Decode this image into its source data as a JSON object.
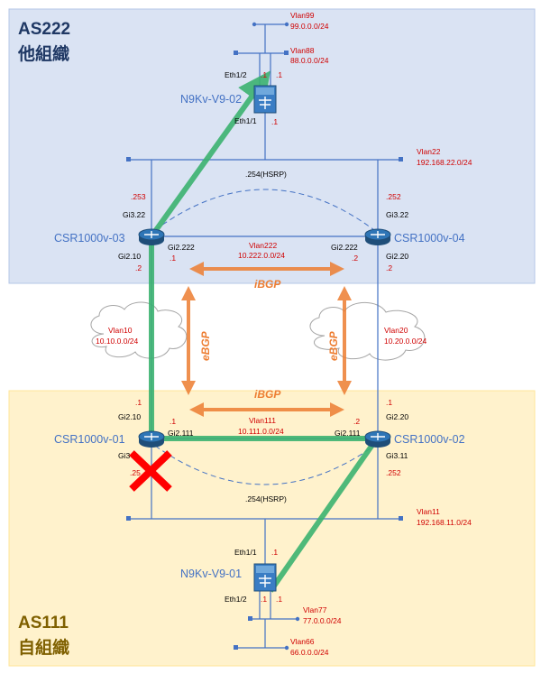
{
  "zones": {
    "as222": {
      "title": "AS222",
      "subtitle": "他組織",
      "fill": "#dae3f3"
    },
    "as111": {
      "title": "AS111",
      "subtitle": "自組織",
      "fill": "#fff2cc"
    }
  },
  "devices": {
    "n9kv_02": "N9Kv-V9-02",
    "n9kv_01": "N9Kv-V9-01",
    "csr_03": "CSR1000v-03",
    "csr_04": "CSR1000v-04",
    "csr_01": "CSR1000v-01",
    "csr_02": "CSR1000v-02"
  },
  "networks": {
    "vlan99": {
      "name": "Vlan99",
      "subnet": "99.0.0.0/24"
    },
    "vlan88": {
      "name": "Vlan88",
      "subnet": "88.0.0.0/24"
    },
    "vlan22": {
      "name": "Vlan22",
      "subnet": "192.168.22.0/24"
    },
    "vlan222": {
      "name": "Vlan222",
      "subnet": "10.222.0.0/24"
    },
    "vlan10": {
      "name": "Vlan10",
      "subnet": "10.10.0.0/24"
    },
    "vlan20": {
      "name": "Vlan20",
      "subnet": "10.20.0.0/24"
    },
    "vlan111": {
      "name": "Vlan111",
      "subnet": "10.111.0.0/24"
    },
    "vlan11": {
      "name": "Vlan11",
      "subnet": "192.168.11.0/24"
    },
    "vlan77": {
      "name": "Vlan77",
      "subnet": "77.0.0.0/24"
    },
    "vlan66": {
      "name": "Vlan66",
      "subnet": "66.0.0.0/24"
    }
  },
  "interfaces": {
    "n9k02_eth12": "Eth1/2",
    "n9k02_eth11": "Eth1/1",
    "n9k01_eth11": "Eth1/1",
    "n9k01_eth12": "Eth1/2",
    "csr03_gi322": "Gi3.22",
    "csr03_gi210": "Gi2.10",
    "csr03_gi2222": "Gi2.222",
    "csr04_gi322": "Gi3.22",
    "csr04_gi220": "Gi2.20",
    "csr04_gi2222": "Gi2.222",
    "csr01_gi210": "Gi2.10",
    "csr01_gi2111": "Gi2.111",
    "csr01_gi311": "Gi3",
    "csr02_gi220": "Gi2.20",
    "csr02_gi2111": "Gi2.111",
    "csr02_gi311": "Gi3.11"
  },
  "addresses": {
    "n9k02_v99": ".1",
    "n9k02_v88": ".1",
    "n9k02_up": ".1",
    "csr03_253": ".253",
    "csr04_252": ".252",
    "hsrp_top": ".254(HSRP)",
    "csr03_222": ".1",
    "csr03_10": ".2",
    "csr04_222": ".2",
    "csr04_20": ".2",
    "csr01_10": ".1",
    "csr01_111": ".1",
    "csr01_11": ".25",
    "csr02_20": ".1",
    "csr02_111": ".2",
    "csr02_252": ".252",
    "hsrp_bottom": ".254(HSRP)",
    "n9k01_up": ".1",
    "n9k01_v77": ".1",
    "n9k01_v66": ".1"
  },
  "protocols": {
    "ibgp_top": "iBGP",
    "ibgp_bottom": "iBGP",
    "ebgp_left": "eBGP",
    "ebgp_right": "eBGP"
  },
  "colors": {
    "wire": "#4472c4",
    "path": "#3cb371",
    "bgp": "#ed7d31",
    "fault": "#ff0000",
    "router": "#2e75b6"
  },
  "icons": {
    "router": "router-icon",
    "switch": "l3-switch-icon",
    "fault": "red-x-icon",
    "cloud": "cloud-icon"
  }
}
